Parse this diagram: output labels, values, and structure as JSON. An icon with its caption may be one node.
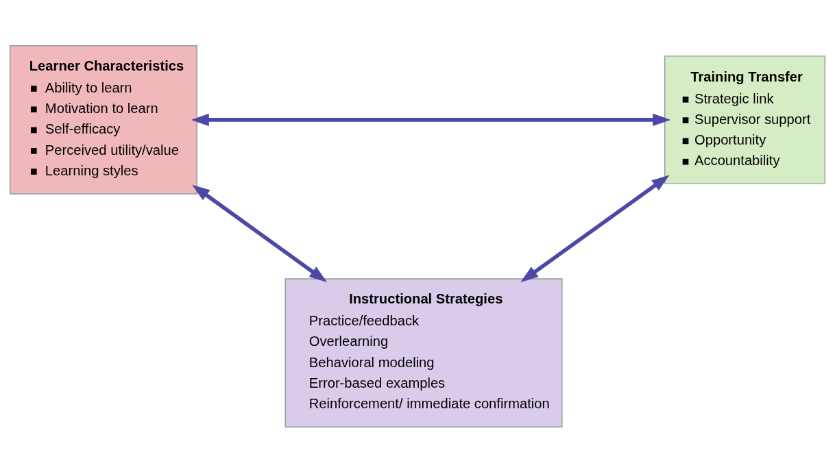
{
  "diagram": {
    "nodes": [
      {
        "text": [
          "Learner Characteristics",
          "Ability to learn",
          "Motivation to learn",
          "Self-efficacy",
          "Perceived utility/value",
          "Learning styles"
        ]
      },
      {
        "text": [
          "Training Transfer",
          "Strategic link",
          "Supervisor support",
          "Opportunity",
          "Accountability"
        ]
      },
      {
        "text": [
          "Instructional Strategies",
          "Practice/feedback",
          "Overlearning",
          "Behavioral modeling",
          "Error-based examples",
          "Reinforcement/ immediate confirmation"
        ]
      }
    ],
    "edges": [
      {
        "from": 0,
        "to": 1,
        "arrow": "both"
      },
      {
        "from": 0,
        "to": 2,
        "arrow": "both"
      },
      {
        "from": 1,
        "to": 2,
        "arrow": "both"
      }
    ]
  }
}
